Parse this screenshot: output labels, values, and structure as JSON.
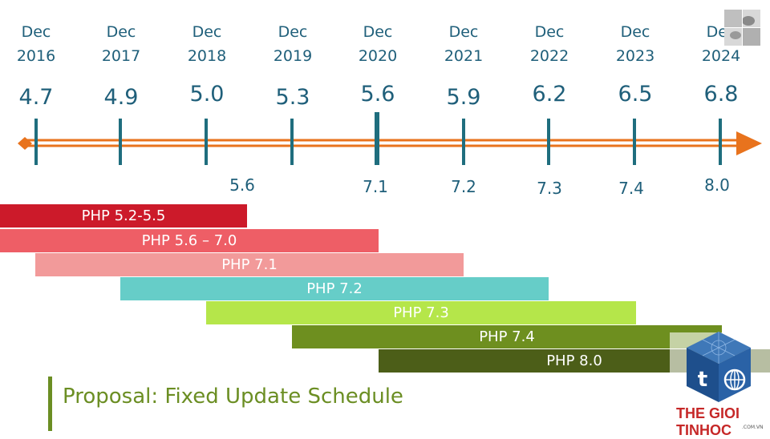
{
  "timeline": {
    "dates": [
      {
        "month": "Dec",
        "year": "2016"
      },
      {
        "month": "Dec",
        "year": "2017"
      },
      {
        "month": "Dec",
        "year": "2018"
      },
      {
        "month": "Dec",
        "year": "2019"
      },
      {
        "month": "Dec",
        "year": "2020"
      },
      {
        "month": "Dec",
        "year": "2021"
      },
      {
        "month": "Dec",
        "year": "2022"
      },
      {
        "month": "Dec",
        "year": "2023"
      },
      {
        "month": "Dec",
        "year": "2024"
      }
    ],
    "top_versions": [
      "4.7",
      "4.9",
      "5.0",
      "5.3",
      "5.6",
      "5.9",
      "6.2",
      "6.5",
      "6.8"
    ],
    "bottom_versions": [
      "5.6",
      "7.1",
      "7.2",
      "7.3",
      "7.4",
      "8.0"
    ],
    "colors": {
      "text": "#1f5f7a",
      "axis": "#e8731d",
      "tick": "#1f6e7e"
    }
  },
  "bars": [
    {
      "label": "PHP 5.2-5.5",
      "color": "#cc1a2a"
    },
    {
      "label": "PHP 5.6 – 7.0",
      "color": "#ee5e66"
    },
    {
      "label": "PHP 7.1",
      "color": "#f29a9a"
    },
    {
      "label": "PHP 7.2",
      "color": "#66cdc8"
    },
    {
      "label": "PHP 7.3",
      "color": "#b5e64a"
    },
    {
      "label": "PHP 7.4",
      "color": "#6e8f1f"
    },
    {
      "label": "PHP 8.0",
      "color": "#4c5e18"
    }
  ],
  "title": "Proposal: Fixed Update Schedule",
  "logo": {
    "text": "THE GIOI TINHOC",
    "sub": ".COM.VN",
    "colors": {
      "cube": "#1e4f8c",
      "accent": "#c62828"
    }
  }
}
